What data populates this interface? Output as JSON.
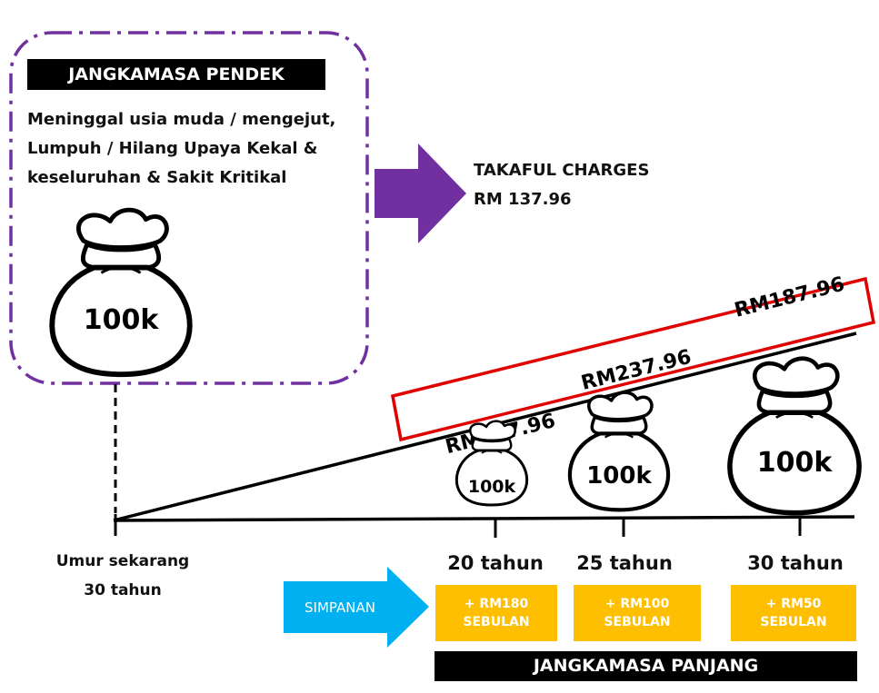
{
  "short_term": {
    "header": "JANGKAMASA PENDEK",
    "description": [
      "Meninggal usia muda / mengejut,",
      "Lumpuh / Hilang Upaya Kekal &",
      "keseluruhan & Sakit Kritikal"
    ],
    "bag_label": "100k"
  },
  "takaful": {
    "line1": "TAKAFUL CHARGES",
    "line2": "RM 137.96"
  },
  "current_age": {
    "line1": "Umur sekarang",
    "line2": "30 tahun"
  },
  "contributions": [
    "RM317.96",
    "RM237.96",
    "RM187.96"
  ],
  "milestones": [
    {
      "years": "20 tahun",
      "bag": "100k",
      "savings_line1": "+ RM180",
      "savings_line2": "SEBULAN"
    },
    {
      "years": "25 tahun",
      "bag": "100k",
      "savings_line1": "+ RM100",
      "savings_line2": "SEBULAN"
    },
    {
      "years": "30 tahun",
      "bag": "100k",
      "savings_line1": "+ RM50",
      "savings_line2": "SEBULAN"
    }
  ],
  "savings_arrow_label": "SIMPANAN",
  "long_term_header": "JANGKAMASA PANJANG",
  "colors": {
    "purple": "#7030a0",
    "red": "#e00000",
    "blue": "#00b0f0",
    "amber": "#fdbf00",
    "black": "#000000"
  }
}
